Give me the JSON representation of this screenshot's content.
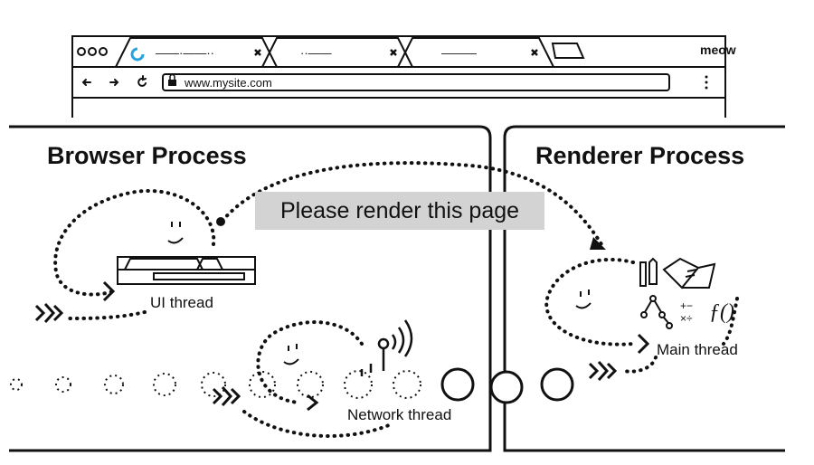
{
  "browser_window": {
    "window_label": "meow",
    "address": "www.mysite.com",
    "tabs": [
      {
        "title": "——·——··"
      },
      {
        "title": "··——"
      },
      {
        "title": "———"
      }
    ],
    "nav_icons": [
      "back-arrow-icon",
      "forward-arrow-icon",
      "reload-icon",
      "lock-icon",
      "menu-dots-icon"
    ]
  },
  "browser_process": {
    "title": "Browser Process",
    "ui_thread_label": "UI thread",
    "network_thread_label": "Network thread"
  },
  "renderer_process": {
    "title": "Renderer Process",
    "main_thread_label": "Main thread"
  },
  "message": {
    "text": "Please render this page"
  },
  "colors": {
    "ink": "#111111",
    "message_bg": "#d3d3d3",
    "spinner": "#29a3e0"
  }
}
